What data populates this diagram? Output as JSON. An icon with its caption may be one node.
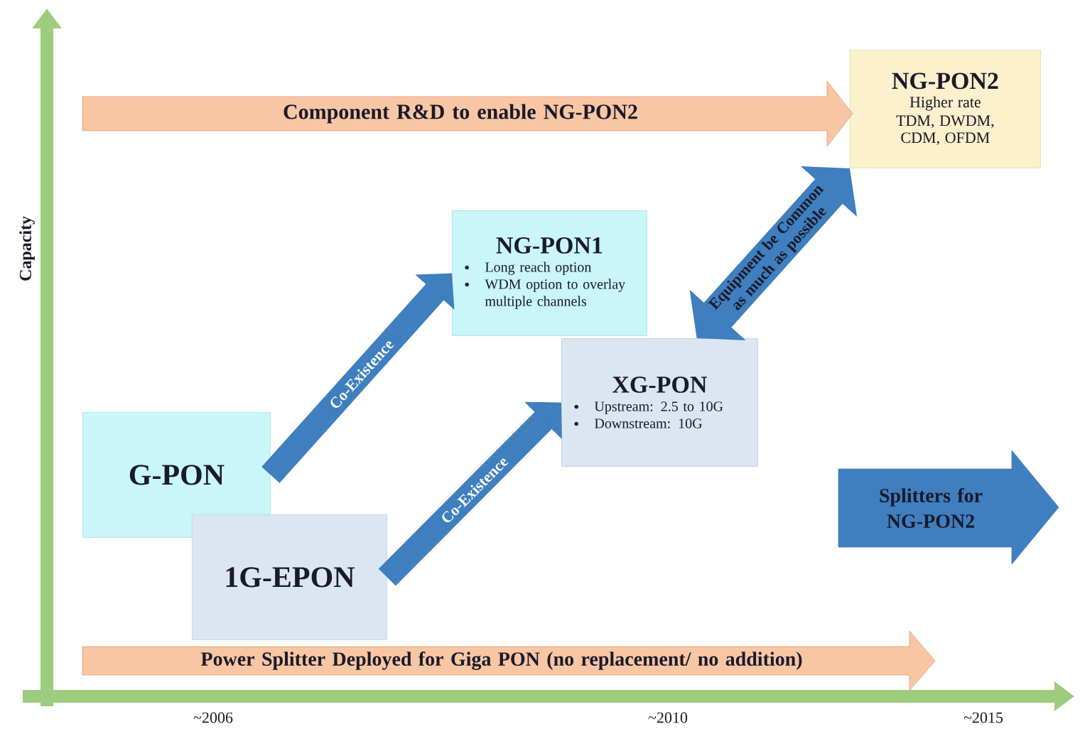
{
  "diagram": {
    "nodes": [
      {
        "text": [
          "G-PON"
        ]
      },
      {
        "text": [
          "1G-EPON"
        ]
      },
      {
        "text": [
          "NG-PON1",
          "Long reach option",
          "WDM option to overlay multiple channels"
        ]
      },
      {
        "text": [
          "XG-PON",
          "Upstream: 2.5 to 10G",
          "Downstream: 10G"
        ]
      },
      {
        "text": [
          "NG-PON2",
          "Higher rate",
          "TDM, DWDM, CDM, OFDM"
        ]
      },
      {
        "text": [
          "Component R&D to enable NG-PON2"
        ]
      },
      {
        "text": [
          "Splitters for NG-PON2"
        ]
      },
      {
        "text": [
          "Power Splitter Deployed for Giga PON (no replacement/ no addition)"
        ]
      }
    ],
    "edges": [
      {
        "from": 0,
        "to": 2,
        "arrow": "to",
        "label": "Co-Existence"
      },
      {
        "from": 1,
        "to": 3,
        "arrow": "to",
        "label": "Co-Existence"
      },
      {
        "from": 3,
        "to": 4,
        "arrow": "both",
        "label": "Equipment be Common as much as possible"
      }
    ],
    "labels": [
      "Capacity",
      "~2006",
      "~2010",
      "~2015"
    ]
  }
}
